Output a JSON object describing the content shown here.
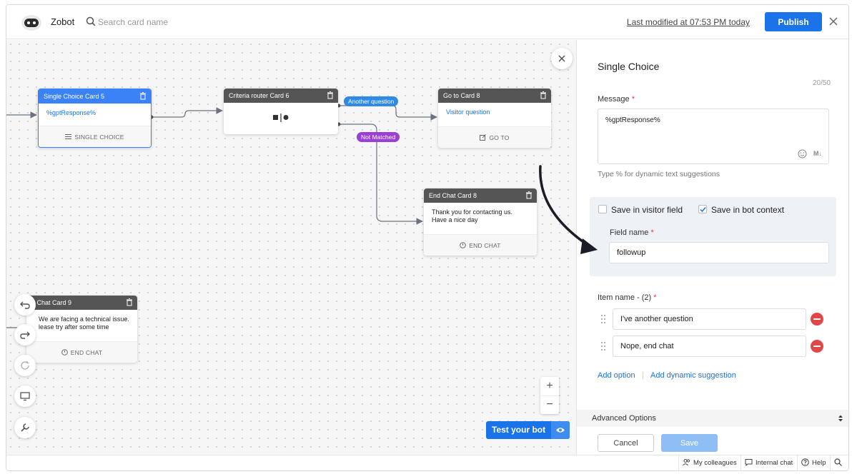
{
  "topbar": {
    "app_name": "Zobot",
    "search_placeholder": "Search card name",
    "last_modified": "Last modified at 07:53 PM today",
    "publish_label": "Publish"
  },
  "canvas": {
    "cards": {
      "single_choice": {
        "title": "Single Choice Card 5",
        "body": "%gptResponse%",
        "footer": "SINGLE CHOICE"
      },
      "criteria_router": {
        "title": "Criteria router Card 6"
      },
      "goto": {
        "title": "Go to Card 8",
        "body": "Visitor question",
        "footer": "GO TO"
      },
      "end_chat_8": {
        "title": "End Chat Card 8",
        "body_line1": "Thank you for contacting us.",
        "body_line2": "Have a nice day",
        "footer": "END CHAT"
      },
      "end_chat_9": {
        "title": "d Chat Card 9",
        "body_line1": "We are facing a technical issue.",
        "body_line2": "lease try after some time",
        "footer": "END CHAT"
      }
    },
    "edge_labels": {
      "another": "Another question",
      "not_matched": "Not Matched"
    },
    "zoom_in": "+",
    "zoom_out": "−",
    "test_bot_label": "Test your bot"
  },
  "panel": {
    "title": "Single Choice",
    "char_count": "20/50",
    "message_label": "Message",
    "message_value": "%gptResponse%",
    "markdown_label": "M↓",
    "message_hint": "Type % for dynamic text suggestions",
    "save_visitor_label": "Save in visitor field",
    "save_visitor_checked": false,
    "save_bot_label": "Save in bot context",
    "save_bot_checked": true,
    "field_name_label": "Field name",
    "field_name_value": "followup",
    "item_label": "Item name - (2)",
    "items": [
      "I've another question",
      "Nope, end chat"
    ],
    "add_option": "Add option",
    "add_divider": "|",
    "add_dynamic": "Add dynamic suggestion",
    "advanced_label": "Advanced Options",
    "cancel_label": "Cancel",
    "save_label": "Save",
    "required_mark": "*"
  },
  "bottombar": {
    "colleagues": "My colleagues",
    "internal_chat": "Internal chat",
    "help": "Help"
  },
  "colors": {
    "accent": "#1a73e8",
    "selected_card": "#3b82f6",
    "card_header": "#555555",
    "not_matched": "#9b3fd4",
    "another_question": "#2f8ae5",
    "remove": "#e04848"
  }
}
